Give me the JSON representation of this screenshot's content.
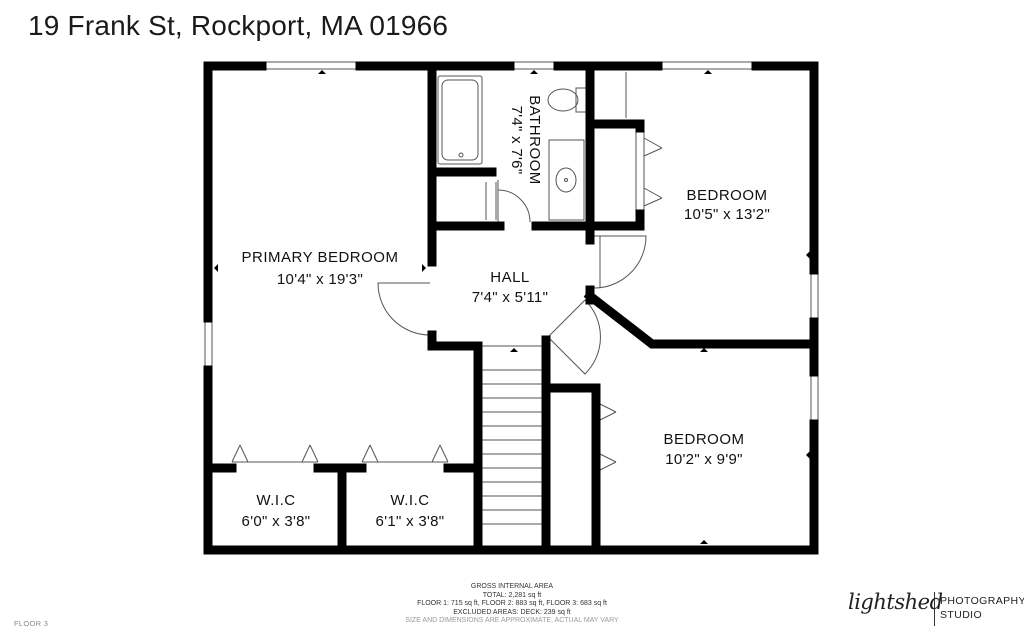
{
  "header": {
    "address": "19 Frank St, Rockport, MA 01966"
  },
  "rooms": {
    "primary_bedroom": {
      "name": "PRIMARY BEDROOM",
      "dims": "10'4\" x 19'3\""
    },
    "bathroom": {
      "name": "BATHROOM",
      "dims": "7'4\" x 7'6\""
    },
    "bedroom_ne": {
      "name": "BEDROOM",
      "dims": "10'5\" x 13'2\""
    },
    "hall": {
      "name": "HALL",
      "dims": "7'4\" x 5'11\""
    },
    "bedroom_se": {
      "name": "BEDROOM",
      "dims": "10'2\" x 9'9\""
    },
    "wic_left": {
      "name": "W.I.C",
      "dims": "6'0\" x 3'8\""
    },
    "wic_right": {
      "name": "W.I.C",
      "dims": "6'1\" x 3'8\""
    }
  },
  "footer": {
    "heading": "GROSS INTERNAL AREA",
    "total": "TOTAL: 2,281 sq ft",
    "floors": "FLOOR 1: 715 sq ft, FLOOR 2: 883 sq ft, FLOOR 3: 683 sq ft",
    "excluded": "EXCLUDED AREAS: DECK: 239 sq ft",
    "disclaimer": "SIZE AND DIMENSIONS ARE APPROXIMATE, ACTUAL MAY VARY",
    "floor_label": "FLOOR 3"
  },
  "brand": {
    "script": "lightshed",
    "line1": "PHOTOGRAPHY",
    "line2": "STUDIO"
  },
  "colors": {
    "wall": "#000000",
    "fixture": "#555555",
    "background": "#ffffff"
  }
}
